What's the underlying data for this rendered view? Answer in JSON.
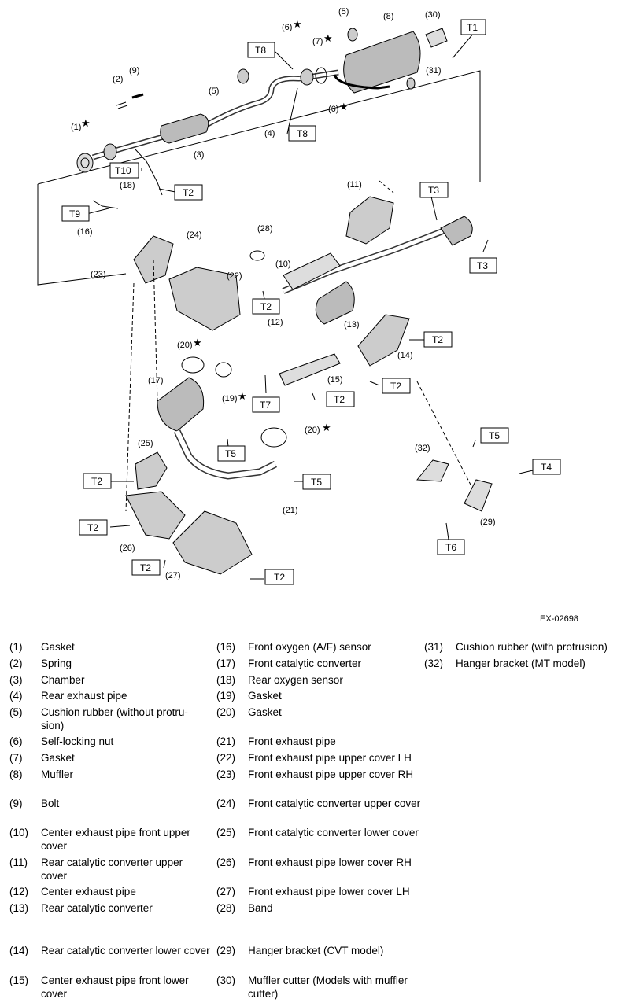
{
  "figure_id": "EX-02698",
  "torque_labels": {
    "T1": "T1",
    "T2": "T2",
    "T3": "T3",
    "T4": "T4",
    "T5": "T5",
    "T6": "T6",
    "T7": "T7",
    "T8": "T8",
    "T9": "T9",
    "T10": "T10"
  },
  "callouts": {
    "c1": "(1)",
    "c2": "(2)",
    "c3": "(3)",
    "c4": "(4)",
    "c5": "(5)",
    "c5b": "(5)",
    "c6": "(6)",
    "c6b": "(6)",
    "c7": "(7)",
    "c8": "(8)",
    "c9": "(9)",
    "c10": "(10)",
    "c11": "(11)",
    "c12": "(12)",
    "c13": "(13)",
    "c14": "(14)",
    "c15": "(15)",
    "c16": "(16)",
    "c17": "(17)",
    "c18": "(18)",
    "c19": "(19)",
    "c20": "(20)",
    "c20b": "(20)",
    "c21": "(21)",
    "c22": "(22)",
    "c23": "(23)",
    "c24": "(24)",
    "c25": "(25)",
    "c26": "(26)",
    "c27": "(27)",
    "c28": "(28)",
    "c29": "(29)",
    "c30": "(30)",
    "c31": "(31)",
    "c32": "(32)"
  },
  "star": "★",
  "legend": {
    "col1": [
      {
        "num": "(1)",
        "label": "Gasket"
      },
      {
        "num": "(2)",
        "label": "Spring"
      },
      {
        "num": "(3)",
        "label": "Chamber"
      },
      {
        "num": "(4)",
        "label": "Rear exhaust pipe"
      },
      {
        "num": "(5)",
        "label": "Cushion rubber (without protru-sion)"
      },
      {
        "num": "(6)",
        "label": "Self-locking nut"
      },
      {
        "num": "(7)",
        "label": "Gasket"
      },
      {
        "num": "(8)",
        "label": "Muffler"
      },
      {
        "num": "(9)",
        "label": "Bolt"
      },
      {
        "num": "(10)",
        "label": "Center exhaust pipe front upper cover"
      },
      {
        "num": "(11)",
        "label": "Rear catalytic converter upper cover"
      },
      {
        "num": "(12)",
        "label": "Center exhaust pipe"
      },
      {
        "num": "(13)",
        "label": "Rear catalytic converter"
      },
      {
        "num": "(14)",
        "label": "Rear catalytic converter lower cover"
      },
      {
        "num": "(15)",
        "label": "Center exhaust pipe front lower cover"
      }
    ],
    "col2": [
      {
        "num": "(16)",
        "label": "Front oxygen (A/F) sensor"
      },
      {
        "num": "(17)",
        "label": "Front catalytic converter"
      },
      {
        "num": "(18)",
        "label": "Rear oxygen sensor"
      },
      {
        "num": "(19)",
        "label": "Gasket"
      },
      {
        "num": "(20)",
        "label": "Gasket"
      },
      {
        "num": "(21)",
        "label": "Front exhaust pipe"
      },
      {
        "num": "(22)",
        "label": "Front exhaust pipe upper cover LH"
      },
      {
        "num": "(23)",
        "label": "Front exhaust pipe upper cover RH"
      },
      {
        "num": "(24)",
        "label": "Front catalytic converter upper cover"
      },
      {
        "num": "(25)",
        "label": "Front catalytic converter lower cover"
      },
      {
        "num": "(26)",
        "label": "Front exhaust pipe lower cover RH"
      },
      {
        "num": "(27)",
        "label": "Front exhaust pipe lower cover LH"
      },
      {
        "num": "(28)",
        "label": "Band"
      },
      {
        "num": "(29)",
        "label": "Hanger bracket (CVT model)"
      },
      {
        "num": "(30)",
        "label": "Muffler cutter (Models with muffler cutter)"
      }
    ],
    "col3": [
      {
        "num": "(31)",
        "label": "Cushion rubber (with protrusion)"
      },
      {
        "num": "(32)",
        "label": "Hanger bracket (MT model)"
      }
    ]
  }
}
